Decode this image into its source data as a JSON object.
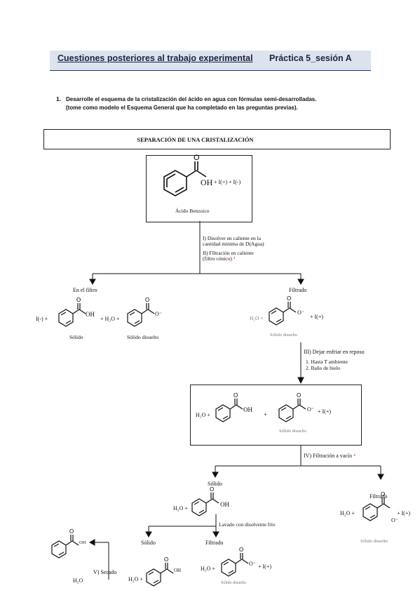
{
  "header": {
    "left_title": "Cuestiones posteriores al trabajo experimental",
    "right_title": "Práctica 5_sesión A"
  },
  "question": {
    "number": "1.",
    "text_line1": "Desarrolle el esquema de la cristalización del ácido en agua con fórmulas semi-desarrolladas.",
    "text_line2": "(tome como modelo el Esquema General que ha completado en las preguntas previas)."
  },
  "diagram": {
    "title": "SEPARACIÓN DE UNA CRISTALIZACIÓN",
    "top_box": {
      "oh": "OH",
      "impurities": "+ I(+) + I(-)",
      "compound_name": "Ácido Benzoico"
    },
    "step1": {
      "line1": "I) Disolver en caliente en la",
      "line2": "cantidad mínima de D(Agua)"
    },
    "step2": {
      "line1": "II) Filtración en caliente",
      "line2": "(filtro cónico)",
      "mark": "⁴"
    },
    "left_branch": {
      "label": "En el filtro",
      "impurity_prefix": "I(-) +",
      "oh": "OH",
      "water": "+ H₂O +",
      "solid_label": "Sólido",
      "dissolved_label": "Sólido disuelto",
      "anion_charge": "O⁻"
    },
    "right_branch": {
      "label": "Filtrado",
      "water": "H₂O +",
      "anion_charge": "O⁻",
      "impurity": "+ I(+)",
      "dissolved_label": "Sólido disuelto"
    },
    "step3": {
      "title": "III) Dejar enfriar en reposo",
      "item1": "1. Hasta T ambiente",
      "item2": "2. Baño de hielo"
    },
    "middle_box": {
      "water": "H₂O +",
      "oh": "OH",
      "plus": "+",
      "anion_charge": "O⁻",
      "impurity": "+ I(+)",
      "dissolved_label": "Sólido disuelto"
    },
    "step4": {
      "title": "IV) Filtración a vacío",
      "mark": "⁴"
    },
    "lower_left": {
      "label": "Sólido",
      "water": "H₂O +",
      "oh": "OH",
      "wash_step": "Lavado con disolvente frío"
    },
    "lower_right": {
      "label": "Filtrado",
      "water": "H₂O +",
      "anion_charge": "O⁻",
      "impurity": "+ I(+)",
      "dissolved_label": "Sólido disuelto"
    },
    "bottom": {
      "solid_label": "Sólido",
      "filtrate_label": "Filtrado",
      "oh_final": "OH",
      "step5": "V) Secado",
      "water_removed": "H₂O",
      "solid_water": "H₂O +",
      "solid_oh": "OH",
      "filtrate_water": "H₂O +",
      "filtrate_charge": "O⁻",
      "filtrate_impurity": "+ I(+)",
      "filtrate_dissolved": "Sólido disuelto"
    }
  }
}
